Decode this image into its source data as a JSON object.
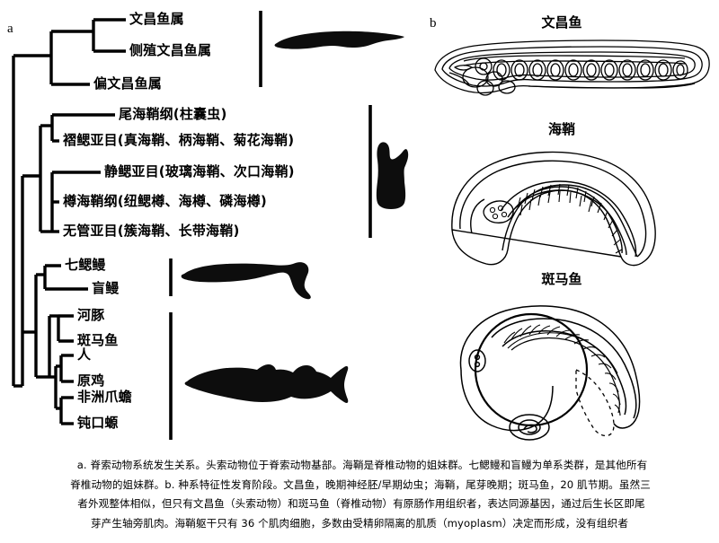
{
  "figure": {
    "panel_a_letter": "a",
    "panel_b_letter": "b"
  },
  "panel_a": {
    "title": "Chordate phylogenetic relationships cladogram",
    "taxa": [
      {
        "id": "branchiostoma",
        "label": "文昌鱼属"
      },
      {
        "id": "asymmetron",
        "label": "侧殖文昌鱼属"
      },
      {
        "id": "epigonichthys",
        "label": "偏文昌鱼属"
      },
      {
        "id": "appendicularia",
        "label": "尾海鞘纲(柱囊虫)"
      },
      {
        "id": "phlebobranchia",
        "label": "褶鳃亚目(真海鞘、柄海鞘、菊花海鞘)"
      },
      {
        "id": "aplousobranchia",
        "label": "静鳃亚目(玻璃海鞘、次口海鞘)"
      },
      {
        "id": "thaliacea",
        "label": "樽海鞘纲(纽鳃樽、海樽、磷海樽)"
      },
      {
        "id": "stolidobranchia",
        "label": "无管亚目(簇海鞘、长带海鞘)"
      },
      {
        "id": "lamprey",
        "label": "七鳃鳗"
      },
      {
        "id": "hagfish",
        "label": "盲鳗"
      },
      {
        "id": "pufferfish",
        "label": "河豚"
      },
      {
        "id": "zebrafish",
        "label": "斑马鱼"
      },
      {
        "id": "human",
        "label": "人"
      },
      {
        "id": "redjunglefowl",
        "label": "原鸡"
      },
      {
        "id": "xenopus",
        "label": "非洲爪蟾"
      },
      {
        "id": "axolotl",
        "label": "钝口螈"
      }
    ],
    "silhouettes": [
      {
        "id": "amphioxus-silhouette",
        "name": "amphioxus-silhouette"
      },
      {
        "id": "ascidian-silhouette",
        "name": "ascidian-silhouette"
      },
      {
        "id": "lamprey-silhouette",
        "name": "lamprey-silhouette"
      },
      {
        "id": "fish-silhouette",
        "name": "fish-silhouette"
      }
    ],
    "group_bars": 4
  },
  "panel_b": {
    "embryos": [
      {
        "id": "amphioxus-embryo",
        "title": "文昌鱼"
      },
      {
        "id": "ascidian-embryo",
        "title": "海鞘"
      },
      {
        "id": "zebrafish-embryo",
        "title": "斑马鱼"
      }
    ]
  },
  "caption": {
    "line1": "a. 脊索动物系统发生关系。头索动物位于脊索动物基部。海鞘是脊椎动物的姐妹群。七鳃鳗和盲鳗为单系类群，是其他所有",
    "line2": "脊椎动物的姐妹群。b. 种系特征性发育阶段。文昌鱼，晚期神经胚/早期幼虫；海鞘，尾芽晚期；斑马鱼，20 肌节期。虽然三",
    "line3": "者外观整体相似，但只有文昌鱼（头索动物）和斑马鱼（脊椎动物）有原肠作用组织者，表达同源基因，通过后生长区即尾",
    "line4": "芽产生轴旁肌肉。海鞘躯干只有 36 个肌肉细胞，多数由受精卵隔离的肌质（myoplasm）决定而形成，没有组织者"
  },
  "colors": {
    "ink": "#000000",
    "background": "#ffffff"
  }
}
